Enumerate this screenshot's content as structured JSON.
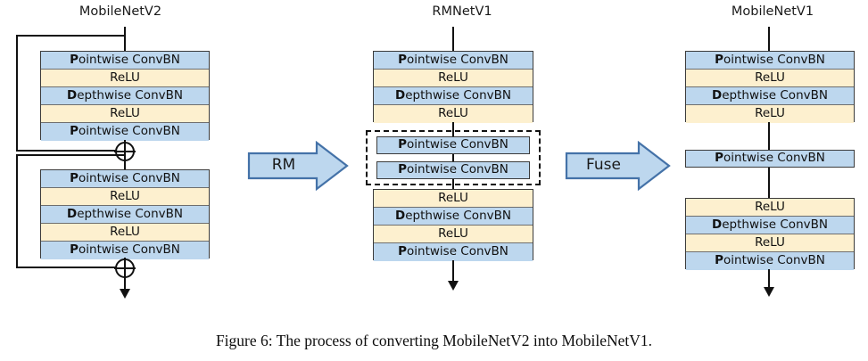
{
  "figure": {
    "caption": "Figure 6:   The process of converting MobileNetV2 into MobileNetV1.",
    "colors": {
      "conv_block": "#bdd7ee",
      "relu_block": "#fdf0cf",
      "arrow_fill": "#bdd7ee",
      "arrow_stroke": "#4472a8",
      "line": "#111111",
      "border": "#3b3b3b"
    }
  },
  "columns": [
    {
      "id": "mobilenetv2",
      "title": "MobileNetV2",
      "blocks": [
        {
          "id": "v2-block-1",
          "has_skip": true,
          "rows": [
            {
              "bold": "P",
              "rest": "ointwise ConvBN",
              "kind": "conv"
            },
            {
              "bold": "",
              "rest": "ReLU",
              "kind": "relu"
            },
            {
              "bold": "D",
              "rest": "epthwise ConvBN",
              "kind": "conv"
            },
            {
              "bold": "",
              "rest": "ReLU",
              "kind": "relu"
            },
            {
              "bold": "P",
              "rest": "ointwise ConvBN",
              "kind": "conv"
            }
          ]
        },
        {
          "id": "v2-block-2",
          "has_skip": true,
          "rows": [
            {
              "bold": "P",
              "rest": "ointwise ConvBN",
              "kind": "conv"
            },
            {
              "bold": "",
              "rest": "ReLU",
              "kind": "relu"
            },
            {
              "bold": "D",
              "rest": "epthwise ConvBN",
              "kind": "conv"
            },
            {
              "bold": "",
              "rest": "ReLU",
              "kind": "relu"
            },
            {
              "bold": "P",
              "rest": "ointwise ConvBN",
              "kind": "conv"
            }
          ]
        }
      ]
    },
    {
      "id": "rmnetv1",
      "title": "RMNetV1",
      "blocks": [
        {
          "id": "rm-block-top",
          "has_skip": false,
          "rows": [
            {
              "bold": "P",
              "rest": "ointwise ConvBN",
              "kind": "conv"
            },
            {
              "bold": "",
              "rest": "ReLU",
              "kind": "relu"
            },
            {
              "bold": "D",
              "rest": "epthwise ConvBN",
              "kind": "conv"
            },
            {
              "bold": "",
              "rest": "ReLU",
              "kind": "relu"
            }
          ]
        },
        {
          "id": "rm-block-bottom",
          "has_skip": false,
          "rows": [
            {
              "bold": "",
              "rest": "ReLU",
              "kind": "relu"
            },
            {
              "bold": "D",
              "rest": "epthwise ConvBN",
              "kind": "conv"
            },
            {
              "bold": "",
              "rest": "ReLU",
              "kind": "relu"
            },
            {
              "bold": "P",
              "rest": "ointwise ConvBN",
              "kind": "conv"
            }
          ]
        }
      ],
      "highlight": {
        "style": "dash-dot",
        "items": [
          {
            "bold": "P",
            "rest": "ointwise ConvBN",
            "kind": "conv"
          },
          {
            "bold": "P",
            "rest": "ointwise ConvBN",
            "kind": "conv"
          }
        ]
      }
    },
    {
      "id": "mobilenetv1",
      "title": "MobileNetV1",
      "blocks": [
        {
          "id": "v1-block-top",
          "has_skip": false,
          "rows": [
            {
              "bold": "P",
              "rest": "ointwise ConvBN",
              "kind": "conv"
            },
            {
              "bold": "",
              "rest": "ReLU",
              "kind": "relu"
            },
            {
              "bold": "D",
              "rest": "epthwise ConvBN",
              "kind": "conv"
            },
            {
              "bold": "",
              "rest": "ReLU",
              "kind": "relu"
            }
          ]
        },
        {
          "id": "v1-block-bottom",
          "has_skip": false,
          "rows": [
            {
              "bold": "",
              "rest": "ReLU",
              "kind": "relu"
            },
            {
              "bold": "D",
              "rest": "epthwise ConvBN",
              "kind": "conv"
            },
            {
              "bold": "",
              "rest": "ReLU",
              "kind": "relu"
            },
            {
              "bold": "P",
              "rest": "ointwise ConvBN",
              "kind": "conv"
            }
          ]
        }
      ],
      "middle_single": {
        "bold": "P",
        "rest": "ointwise ConvBN",
        "kind": "conv"
      }
    }
  ],
  "transitions": [
    {
      "id": "rm",
      "label": "RM"
    },
    {
      "id": "fuse",
      "label": "Fuse"
    }
  ]
}
